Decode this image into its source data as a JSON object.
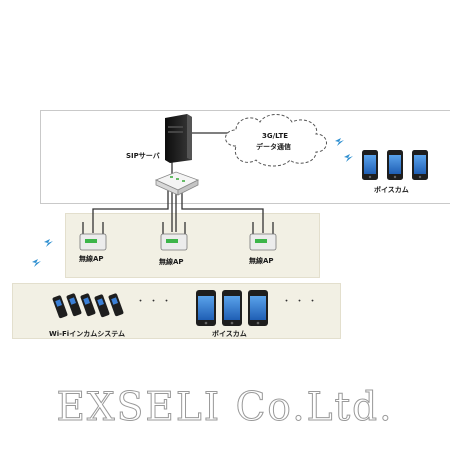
{
  "labels": {
    "sip_server": "SIPサーバ",
    "cloud_line1": "3G/LTE",
    "cloud_line2": "データ通信",
    "voicecom_top": "ボイスカム",
    "ap_left": "無線AP",
    "ap_center": "無線AP",
    "ap_right": "無線AP",
    "wifi_intercom": "Wi-Fiインカムシステム",
    "voicecom_bottom": "ボイスカム",
    "ellipsis_left": "・・・",
    "ellipsis_right": "・・・"
  },
  "watermark": "EXSELI Co.Ltd.",
  "colors": {
    "panel_fill": "#f2f0e4",
    "wave_blue": "#2f8fd0",
    "device_dark": "#1e1e1e",
    "phone_screen": "#3a7fd6"
  }
}
